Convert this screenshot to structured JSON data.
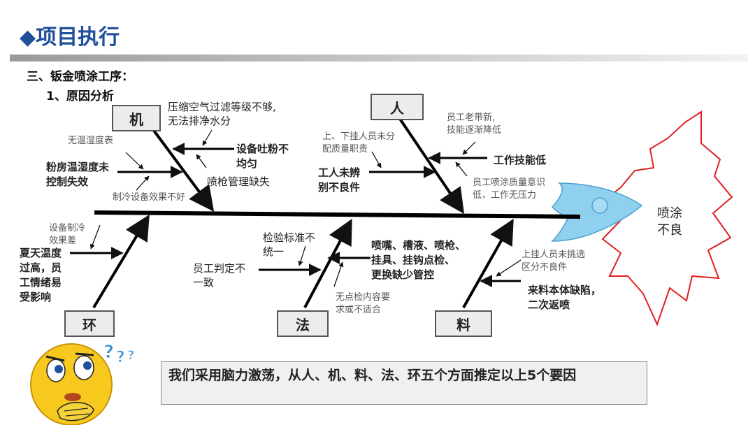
{
  "title": "◆项目执行",
  "section": "三、钣金喷涂工序：",
  "subsection": "1、原因分析",
  "categories": {
    "machine": "机",
    "people": "人",
    "environment": "环",
    "method": "法",
    "material": "料"
  },
  "causes": {
    "machine_top": [
      "压缩空气过滤等级不够,",
      "无法排净水分"
    ],
    "machine_powder": [
      "设备吐粉不",
      "均匀"
    ],
    "machine_gun": "喷枪管理缺失",
    "machine_no_meter": "无温湿度表",
    "machine_room": [
      "粉房温湿度未",
      "控制失效"
    ],
    "machine_cooling": "制冷设备效果不好",
    "people_old_new": [
      "员工老带新,",
      "技能逐渐降低"
    ],
    "people_skill": "工作技能低",
    "people_assign": [
      "上、下挂人员未分",
      "配质量职责"
    ],
    "people_identify": [
      "工人未辨",
      "别不良件"
    ],
    "people_awareness": [
      "员工喷涂质量意识",
      "低，工作无压力"
    ],
    "env_cooling": [
      "设备制冷",
      "效果差"
    ],
    "env_summer": [
      "夏天温度",
      "过高，员",
      "工情绪易",
      "受影响"
    ],
    "method_standard": [
      "检验标准不",
      "统一"
    ],
    "method_judge": [
      "员工判定不",
      "一致"
    ],
    "method_parts": [
      "喷嘴、槽液、喷枪、",
      "挂具、挂钩点检、",
      "更换缺少管控"
    ],
    "method_points": [
      "无点检内容要",
      "求或不适合"
    ],
    "material_select": [
      "上挂人员未挑选",
      "区分不良件"
    ],
    "material_defect": [
      "来料本体缺陷，",
      "二次返喷"
    ]
  },
  "result": [
    "喷涂",
    "不良"
  ],
  "conclusion": "我们采用脑力激荡，从人、机、料、法、环五个方面推定以上5个要因",
  "colors": {
    "title": "#1f4e9a",
    "fish_head": "#8fd0ee",
    "burst_outline": "#e02020",
    "emoji_face": "#f7c81e",
    "question_marks": "#3a8fd8"
  },
  "icons": [
    "thinking-face-icon",
    "question-marks-icon"
  ]
}
